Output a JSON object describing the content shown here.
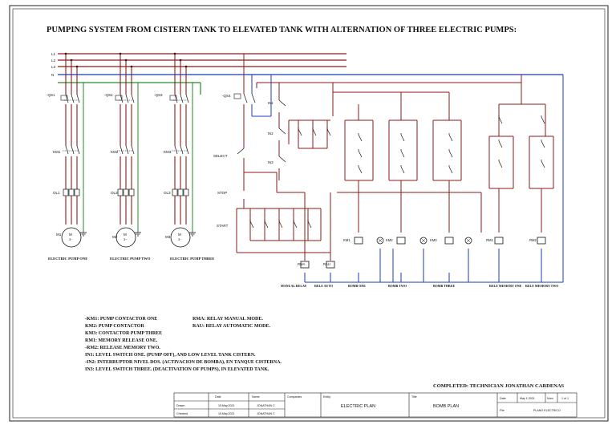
{
  "title": "PUMPING SYSTEM FROM CISTERN TANK TO ELEVATED TANK WITH ALTERNATION OF THREE ELECTRIC PUMPS:",
  "phases": [
    "L1",
    "L2",
    "L3",
    "N"
  ],
  "pumps": [
    {
      "breaker": "-QS1",
      "contactor": "KM1",
      "overload": "OL1",
      "motor": "M1",
      "caption": "ELECTRIC PUMP ONE"
    },
    {
      "breaker": "-QS2",
      "contactor": "KM2",
      "overload": "OL2",
      "motor": "M2",
      "caption": "ELECTRIC PUMP TWO"
    },
    {
      "breaker": "-QS3",
      "contactor": "KM3",
      "overload": "OL3",
      "motor": "M3",
      "caption": "ELECTRIC PUMP THREE"
    }
  ],
  "control": {
    "breaker": "-QS4",
    "select": "SELECT",
    "stop": "STOP",
    "start": "START",
    "level_switches": [
      "IN1",
      "IN2",
      "IN3"
    ],
    "relays": [
      "RMA",
      "RAU",
      "KM1",
      "KM2",
      "KM3",
      "RM1",
      "RM2"
    ],
    "coil_labels": [
      "MANUAL RELAY",
      "RELE AUTO",
      "BOMB ONE",
      "BOMB TWO",
      "BOMB THREE",
      "RELE MEMORY ONE",
      "RELE MEMORY TWO"
    ]
  },
  "legend": [
    "-KM1: PUMP CONTACTOR ONE",
    "KM2: PUMP CONTACTOR",
    "KM3: CONTACTOR PUMP THREE",
    "RM1: MEMORY RELEASE ONE.",
    "-RM2: RELEASE MEMORY TWO.",
    "IN1: LEVEL SWITCH ONE. (PUMP OFF), AND LOW LEVEL TANK CISTERN.",
    "-IN2: INTERRUPTOR NIVEL DOS. (ACTIVACION DE BOMBA), EN TANQUE CISTERNA.",
    "IN3: LEVEL SWITCH THREE. (DEACTIVATION OF PUMPS), IN ELEVATED TANK."
  ],
  "legend_right": [
    "RMA: RELAY MANUAL MODE.",
    "RAU: RELAY AUTOMATIC MODE."
  ],
  "completed": "COMPLETED: TECHNICIAN JONATHAN CARDENAS",
  "title_block": {
    "date_header": "Date",
    "name_header": "Name",
    "row1_label": "Drawn",
    "row1_date": "15.May.2021",
    "row1_name": "JONATHAN C",
    "row2_label": "Checked",
    "row2_date": "15.May.2021",
    "row2_name": "JONATHAN C",
    "companies_label": "Companies",
    "entity_label": "Entity",
    "entity_value": "ELECTRIC PLAN",
    "title_label": "Title",
    "title_value": "BOMB PLAN",
    "date_label": "Date",
    "date_value": "May 1.2021",
    "num_label": "Num",
    "num_value": "1 of 1",
    "file_label": "File",
    "file_value": "PLANO ELECTRICO"
  },
  "colors": {
    "power": "#8b1a1a",
    "neutral": "#1a3ab8",
    "ground": "#2a8a2a",
    "ink": "#111111"
  }
}
